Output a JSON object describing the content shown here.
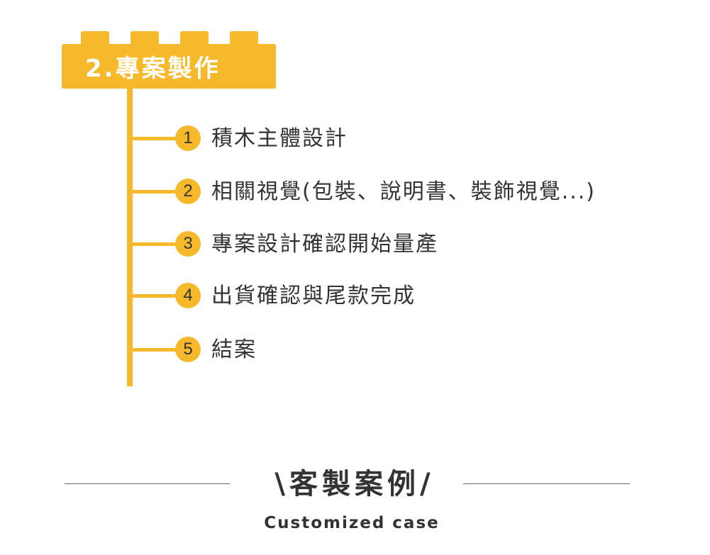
{
  "header": {
    "title": "2.專案製作"
  },
  "steps": [
    {
      "number": "1",
      "label": "積木主體設計"
    },
    {
      "number": "2",
      "label": "相關視覺(包裝、說明書、裝飾視覺...)"
    },
    {
      "number": "3",
      "label": "專案設計確認開始量產"
    },
    {
      "number": "4",
      "label": "出貨確認與尾款完成"
    },
    {
      "number": "5",
      "label": "結案"
    }
  ],
  "section": {
    "slash_left": "\\",
    "title": "客製案例",
    "slash_right": "/",
    "subtitle": "Customized case"
  },
  "colors": {
    "accent": "#F6B92B",
    "text": "#333333",
    "rule": "#666666"
  }
}
